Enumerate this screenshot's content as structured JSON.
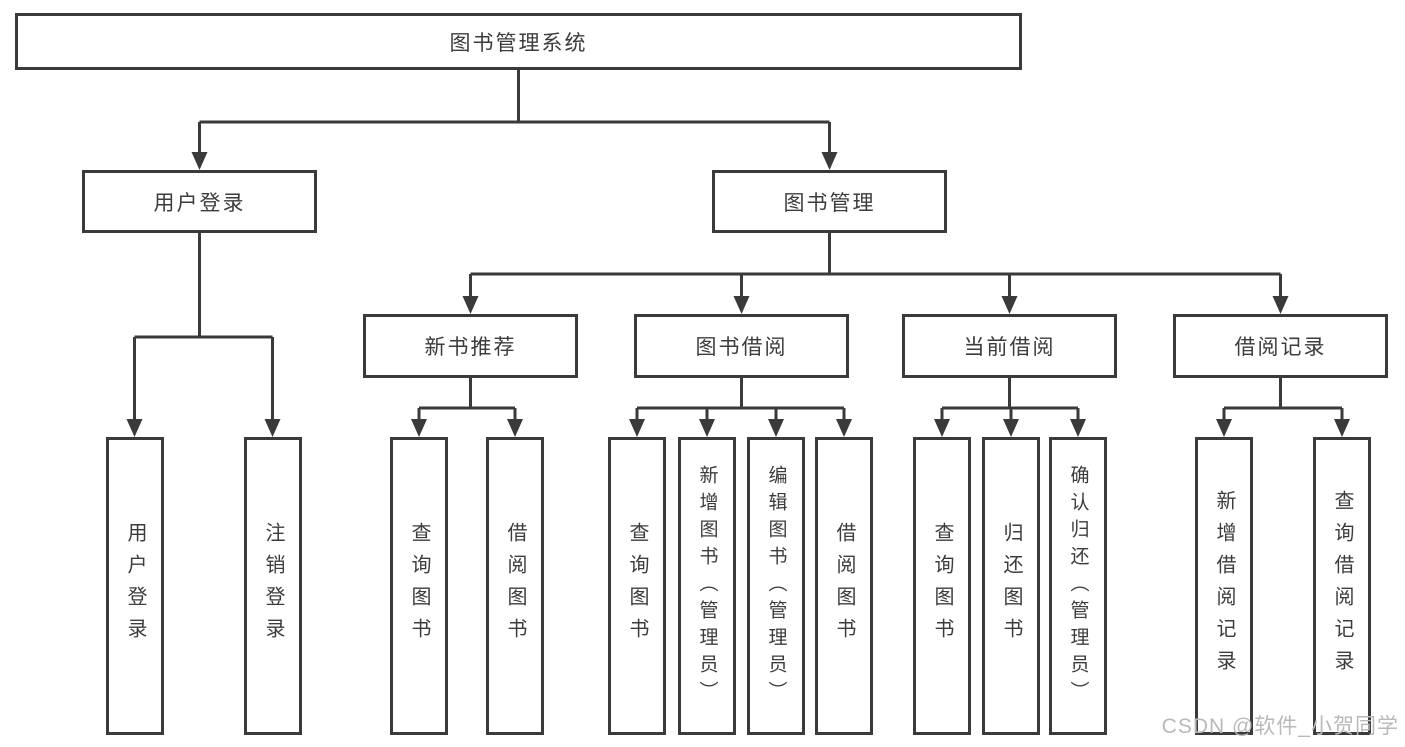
{
  "tree": {
    "root": {
      "label": "图书管理系统"
    },
    "branches": [
      {
        "label": "用户登录",
        "children": [
          "用户登录",
          "注销登录"
        ]
      },
      {
        "label": "图书管理",
        "children": [
          {
            "label": "新书推荐",
            "children": [
              "查询图书",
              "借阅图书"
            ]
          },
          {
            "label": "图书借阅",
            "children": [
              "查询图书",
              "新增图书（管理员）",
              "编辑图书（管理员）",
              "借阅图书"
            ]
          },
          {
            "label": "当前借阅",
            "children": [
              "查询图书",
              "归还图书",
              "确认归还（管理员）"
            ]
          },
          {
            "label": "借阅记录",
            "children": [
              "新增借阅记录",
              "查询借阅记录"
            ]
          }
        ]
      }
    ]
  },
  "watermark": "CSDN @软件_小贺同学",
  "colors": {
    "line": "#3a3a3a",
    "text": "#3c3c3c",
    "watermark": "#b9b9b9",
    "background": "#ffffff"
  }
}
